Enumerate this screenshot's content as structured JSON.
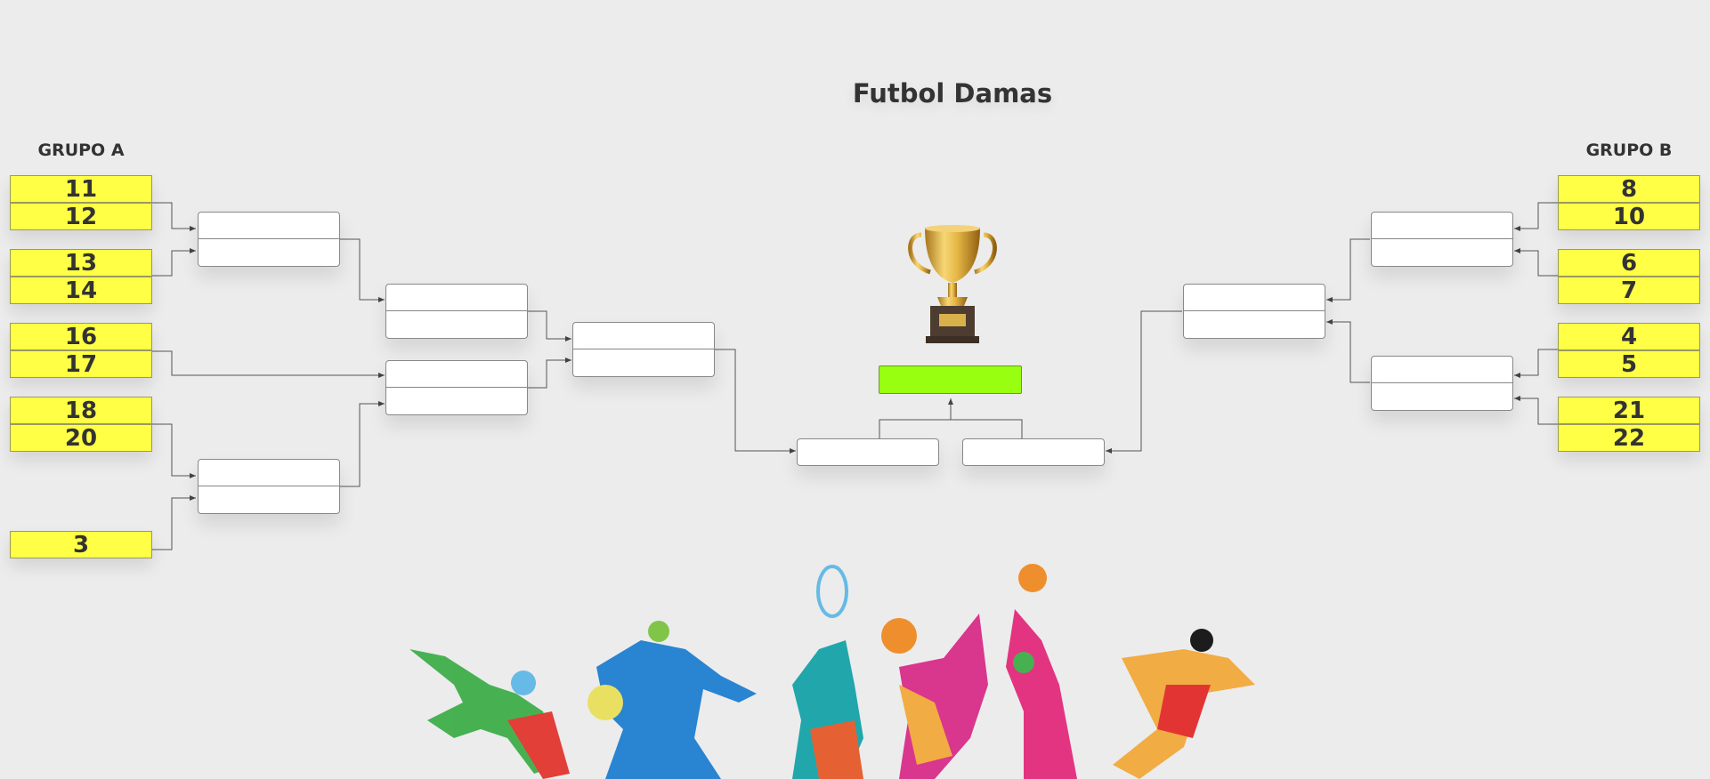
{
  "bracket": {
    "title": "Futbol Damas",
    "group_a": {
      "label": "GRUPO A",
      "seeds": [
        "11",
        "12",
        "13",
        "14",
        "16",
        "17",
        "18",
        "20",
        "3"
      ]
    },
    "group_b": {
      "label": "GRUPO B",
      "seeds": [
        "8",
        "10",
        "6",
        "7",
        "4",
        "5",
        "21",
        "22"
      ]
    },
    "colors": {
      "seed_fill": "#ffff45",
      "winner_fill": "#99ff11",
      "slot_fill": "#ffffff",
      "background": "#ececec"
    },
    "icons": [
      "trophy-icon",
      "athletes-silhouettes-illustration"
    ]
  }
}
